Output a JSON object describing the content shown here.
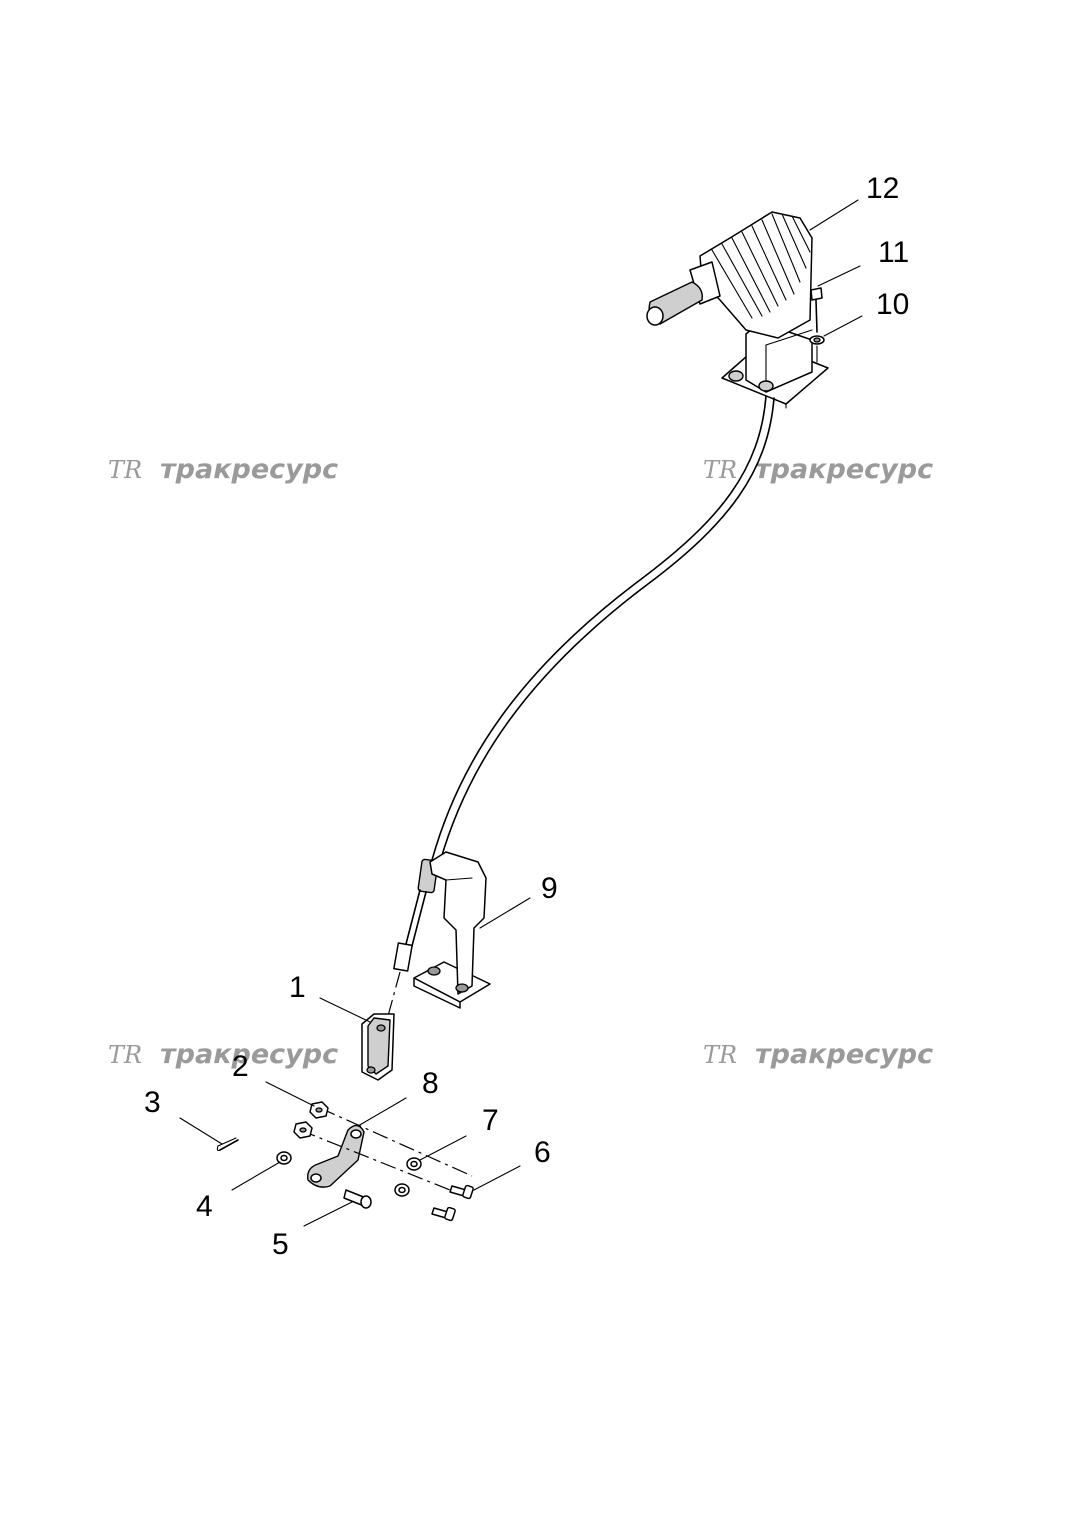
{
  "watermark": {
    "logo": "TR",
    "text": "тракресурс"
  },
  "callouts": {
    "c1": "1",
    "c2": "2",
    "c3": "3",
    "c4": "4",
    "c5": "5",
    "c6": "6",
    "c7": "7",
    "c8": "8",
    "c9": "9",
    "c10": "10",
    "c11": "11",
    "c12": "12"
  }
}
